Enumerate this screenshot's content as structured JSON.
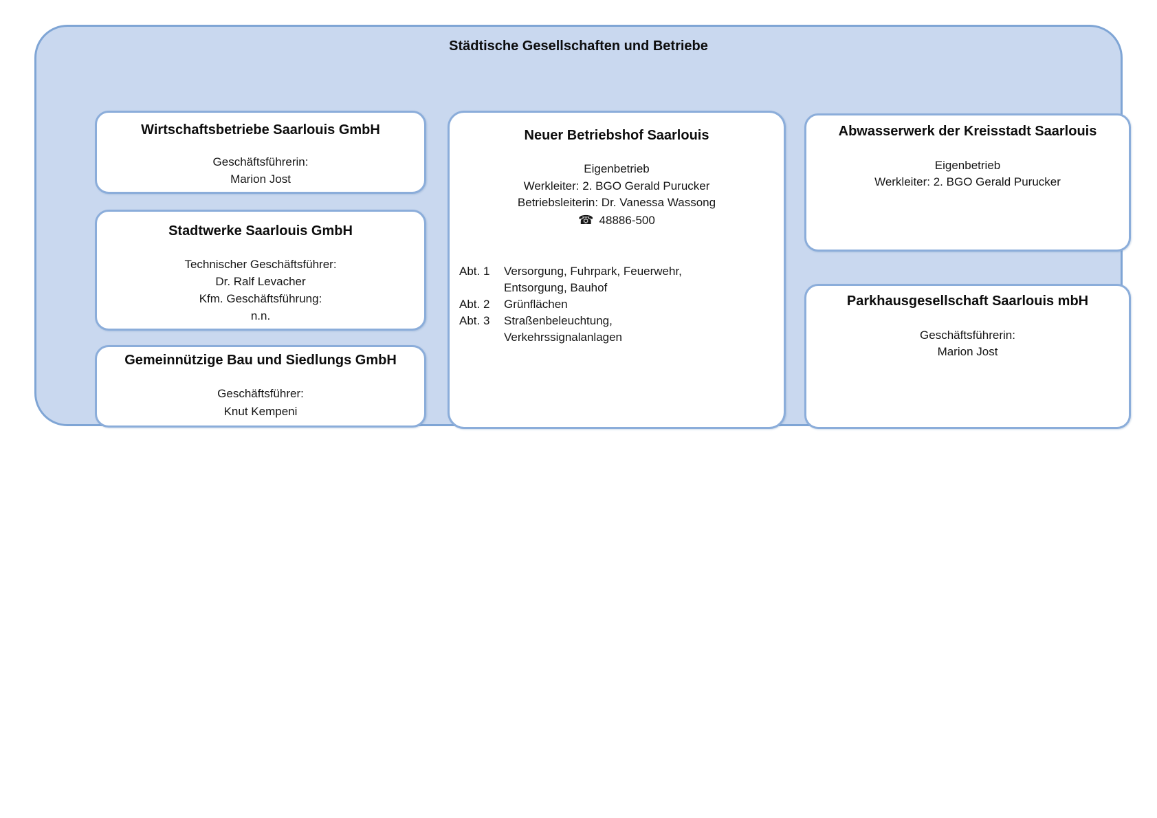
{
  "diagram_title": "Städtische Gesellschaften und Betriebe",
  "colors": {
    "container_fill": "#c9d8ef",
    "container_border": "#7fa5d5",
    "box_border": "#8badda",
    "box_fill": "#ffffff",
    "text": "#111111"
  },
  "left_column": [
    {
      "title": "Wirtschaftsbetriebe Saarlouis GmbH",
      "lines": [
        "Geschäftsführerin:",
        "Marion Jost"
      ]
    },
    {
      "title": "Stadtwerke Saarlouis GmbH",
      "lines": [
        "Technischer Geschäftsführer:",
        "Dr. Ralf Levacher",
        "Kfm. Geschäftsführung:",
        "n.n."
      ]
    },
    {
      "title": "Gemeinnützige Bau und Siedlungs GmbH",
      "lines": [
        "Geschäftsführer:",
        "Knut Kempeni"
      ]
    }
  ],
  "middle_box": {
    "title": "Neuer Betriebshof Saarlouis",
    "lines": [
      "Eigenbetrieb",
      "Werkleiter: 2. BGO Gerald Purucker",
      "Betriebsleiterin: Dr. Vanessa Wassong"
    ],
    "phone_icon": "☎",
    "phone_number": "48886-500",
    "departments": [
      {
        "label": "Abt. 1",
        "lines": [
          "Versorgung, Fuhrpark, Feuerwehr,",
          "Entsorgung, Bauhof"
        ]
      },
      {
        "label": "Abt. 2",
        "lines": [
          "Grünflächen"
        ]
      },
      {
        "label": "Abt. 3",
        "lines": [
          "Straßenbeleuchtung,",
          "Verkehrssignalanlagen"
        ]
      }
    ]
  },
  "right_column": [
    {
      "title": "Abwasserwerk der Kreisstadt Saarlouis",
      "lines": [
        "Eigenbetrieb",
        "Werkleiter: 2. BGO Gerald Purucker"
      ]
    },
    {
      "title": "Parkhausgesellschaft Saarlouis mbH",
      "lines": [
        "Geschäftsführerin:",
        "Marion Jost"
      ]
    }
  ]
}
